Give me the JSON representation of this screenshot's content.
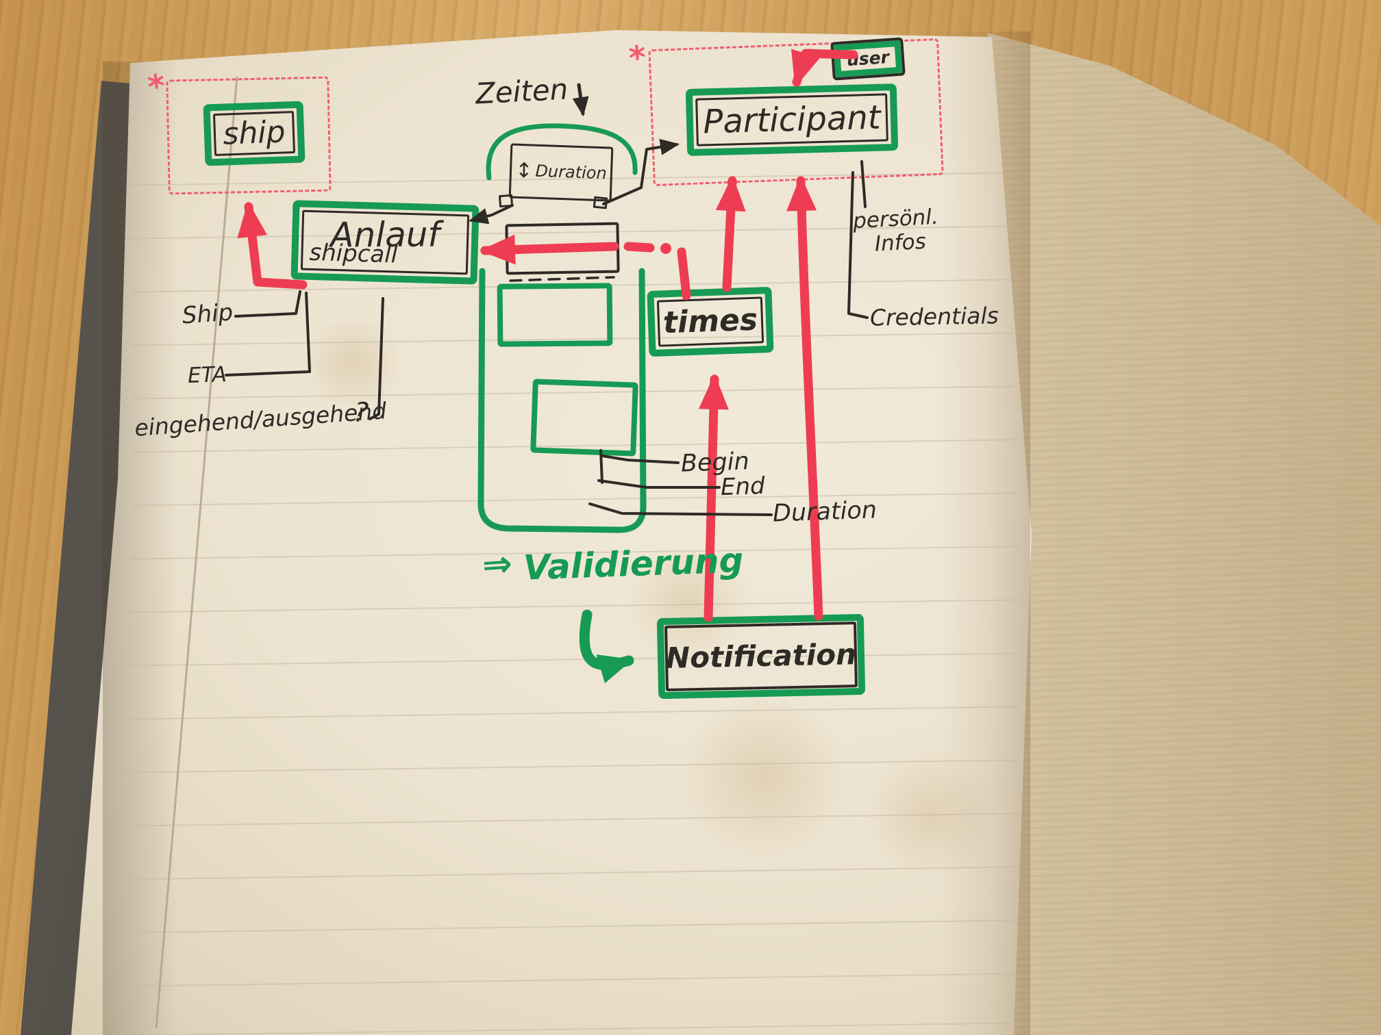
{
  "colors": {
    "marker-green": "#169a54",
    "marker-red": "#ee3d52",
    "ink": "#2e2a26",
    "dashed-red": "#f25c6e",
    "paper": "#ece3d0",
    "wood": "#cf9f5c"
  },
  "entities": {
    "ship": {
      "label": "ship"
    },
    "anlauf": {
      "title": "Anlauf",
      "subtitle": "shipcall"
    },
    "participant": {
      "label": "Participant"
    },
    "user": {
      "label": "user"
    },
    "times": {
      "label": "times"
    },
    "notification": {
      "label": "Notification"
    },
    "duration": {
      "label": "Duration",
      "resize_icon": "↕"
    }
  },
  "annotations": {
    "zeiten": "Zeiten",
    "validierung": "Validierung",
    "implies_arrow": "⇒",
    "asterisk": "*",
    "question_mark": "?"
  },
  "attributes": {
    "ship": "Ship",
    "eta": "ETA",
    "direction": "eingehend/ausgehend",
    "begin": "Begin",
    "end": "End",
    "duration": "Duration",
    "personal_infos_1": "persönl.",
    "personal_infos_2": "Infos",
    "credentials": "Credentials"
  }
}
